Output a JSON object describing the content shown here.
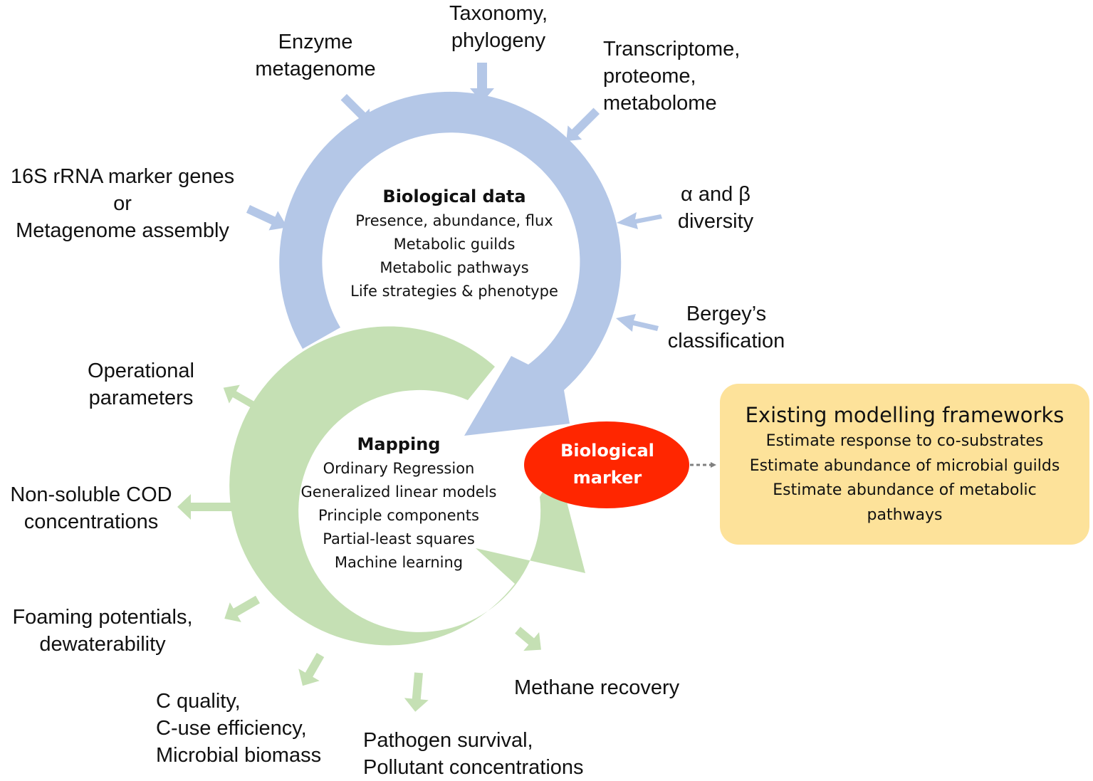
{
  "colors": {
    "blue_arrow": "#b4c7e7",
    "green_arrow": "#c5e0b4",
    "marker_fill": "#ff2600",
    "framework_box": "#fde29a",
    "connector": "#808080"
  },
  "inputs": {
    "taxonomy": [
      "Taxonomy,",
      "phylogeny"
    ],
    "enzyme": [
      "Enzyme",
      "metagenome"
    ],
    "omics": [
      "Transcriptome,",
      "proteome,",
      "metabolome"
    ],
    "marker_genes": [
      "16S rRNA marker genes",
      "or",
      "Metagenome assembly"
    ],
    "diversity": [
      "α and β",
      "diversity"
    ],
    "bergey": [
      "Bergey’s",
      "classification"
    ]
  },
  "biological_data": {
    "title": "Biological data",
    "items": [
      "Presence, abundance, flux",
      "Metabolic guilds",
      "Metabolic pathways",
      "Life strategies & phenotype"
    ]
  },
  "mapping": {
    "title": "Mapping",
    "items": [
      "Ordinary Regression",
      "Generalized linear models",
      "Principle components",
      "Partial-least squares",
      "Machine learning"
    ]
  },
  "marker": [
    "Biological",
    "marker"
  ],
  "frameworks": {
    "title": "Existing modelling frameworks",
    "items": [
      "Estimate response to co-substrates",
      "Estimate abundance of microbial guilds",
      "Estimate abundance of metabolic pathways"
    ]
  },
  "outputs": {
    "operational": [
      "Operational",
      "parameters"
    ],
    "cod": [
      "Non-soluble COD",
      "concentrations"
    ],
    "foaming": [
      "Foaming potentials,",
      "dewaterability"
    ],
    "carbon": [
      "C quality,",
      "C-use efficiency,",
      "Microbial biomass"
    ],
    "pathogen": [
      "Pathogen survival,",
      "Pollutant concentrations"
    ],
    "methane": [
      "Methane recovery"
    ]
  }
}
